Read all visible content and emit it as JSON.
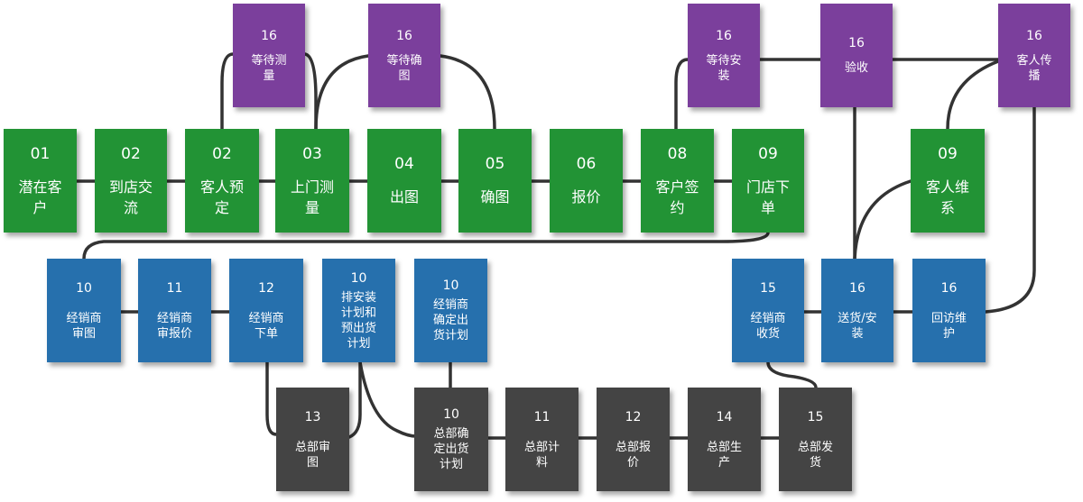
{
  "colors": {
    "purple": "#7b3f9c",
    "green": "#229335",
    "blue": "#2670ad",
    "dark": "#444444",
    "connector": "#333333"
  },
  "nodes": {
    "p_wait_measure": {
      "num": "16",
      "label": "等待测\n量"
    },
    "p_wait_confirm": {
      "num": "16",
      "label": "等待确\n图"
    },
    "p_wait_install": {
      "num": "16",
      "label": "等待安\n装"
    },
    "p_accept": {
      "num": "16",
      "label": "验收"
    },
    "p_spread": {
      "num": "16",
      "label": "客人传\n播"
    },
    "g_potential": {
      "num": "01",
      "label": "潜在客\n户"
    },
    "g_visit": {
      "num": "02",
      "label": "到店交\n流"
    },
    "g_reserve": {
      "num": "02",
      "label": "客人预\n定"
    },
    "g_measure": {
      "num": "03",
      "label": "上门测\n量"
    },
    "g_draw": {
      "num": "04",
      "label": "出图"
    },
    "g_confirm": {
      "num": "05",
      "label": "确图"
    },
    "g_quote": {
      "num": "06",
      "label": "报价"
    },
    "g_sign": {
      "num": "08",
      "label": "客户签\n约"
    },
    "g_order": {
      "num": "09",
      "label": "门店下\n单"
    },
    "g_maintain": {
      "num": "09",
      "label": "客人维\n系"
    },
    "b_dealer_review": {
      "num": "10",
      "label": "经销商\n审图"
    },
    "b_dealer_quote": {
      "num": "11",
      "label": "经销商\n审报价"
    },
    "b_dealer_order": {
      "num": "12",
      "label": "经销商\n下单"
    },
    "b_schedule": {
      "num": "10",
      "label": "排安装\n计划和\n预出货\n计划"
    },
    "b_dealer_ship_plan": {
      "num": "10",
      "label": "经销商\n确定出\n货计划"
    },
    "b_dealer_receive": {
      "num": "15",
      "label": "经销商\n收货"
    },
    "b_deliver": {
      "num": "16",
      "label": "送货/安\n装"
    },
    "b_revisit": {
      "num": "16",
      "label": "回访维\n护"
    },
    "d_hq_review": {
      "num": "13",
      "label": "总部审\n图"
    },
    "d_hq_ship_plan": {
      "num": "10",
      "label": "总部确\n定出货\n计划"
    },
    "d_hq_calc": {
      "num": "11",
      "label": "总部计\n料"
    },
    "d_hq_quote": {
      "num": "12",
      "label": "总部报\n价"
    },
    "d_hq_produce": {
      "num": "14",
      "label": "总部生\n产"
    },
    "d_hq_ship": {
      "num": "15",
      "label": "总部发\n货"
    }
  }
}
